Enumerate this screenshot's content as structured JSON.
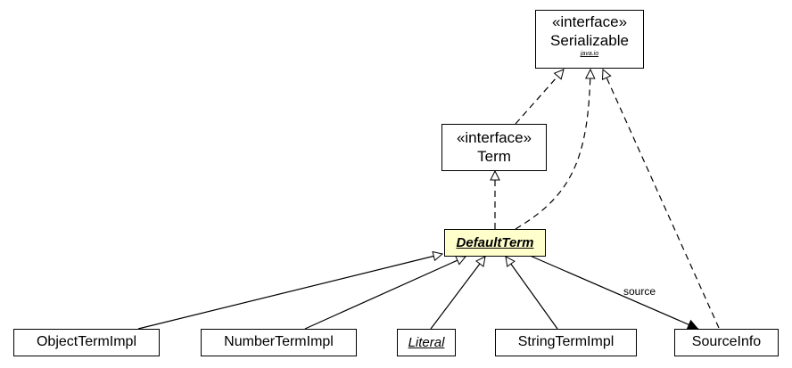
{
  "nodes": {
    "serializable": {
      "stereotype": "«interface»",
      "name": "Serializable",
      "package": "java.io"
    },
    "term": {
      "stereotype": "«interface»",
      "name": "Term"
    },
    "default_term": {
      "name": "DefaultTerm"
    },
    "object_term_impl": {
      "name": "ObjectTermImpl"
    },
    "number_term_impl": {
      "name": "NumberTermImpl"
    },
    "literal": {
      "name": "Literal"
    },
    "string_term_impl": {
      "name": "StringTermImpl"
    },
    "source_info": {
      "name": "SourceInfo"
    }
  },
  "edges": [
    {
      "from": "term",
      "to": "serializable",
      "kind": "realization"
    },
    {
      "from": "default_term",
      "to": "serializable",
      "kind": "realization"
    },
    {
      "from": "source_info",
      "to": "serializable",
      "kind": "realization"
    },
    {
      "from": "default_term",
      "to": "term",
      "kind": "realization"
    },
    {
      "from": "object_term_impl",
      "to": "default_term",
      "kind": "generalization"
    },
    {
      "from": "number_term_impl",
      "to": "default_term",
      "kind": "generalization"
    },
    {
      "from": "literal",
      "to": "default_term",
      "kind": "generalization"
    },
    {
      "from": "string_term_impl",
      "to": "default_term",
      "kind": "generalization"
    },
    {
      "from": "default_term",
      "to": "source_info",
      "kind": "association",
      "label": "source"
    }
  ],
  "colors": {
    "highlight_fill": "#ffffcc",
    "line": "#000000"
  }
}
